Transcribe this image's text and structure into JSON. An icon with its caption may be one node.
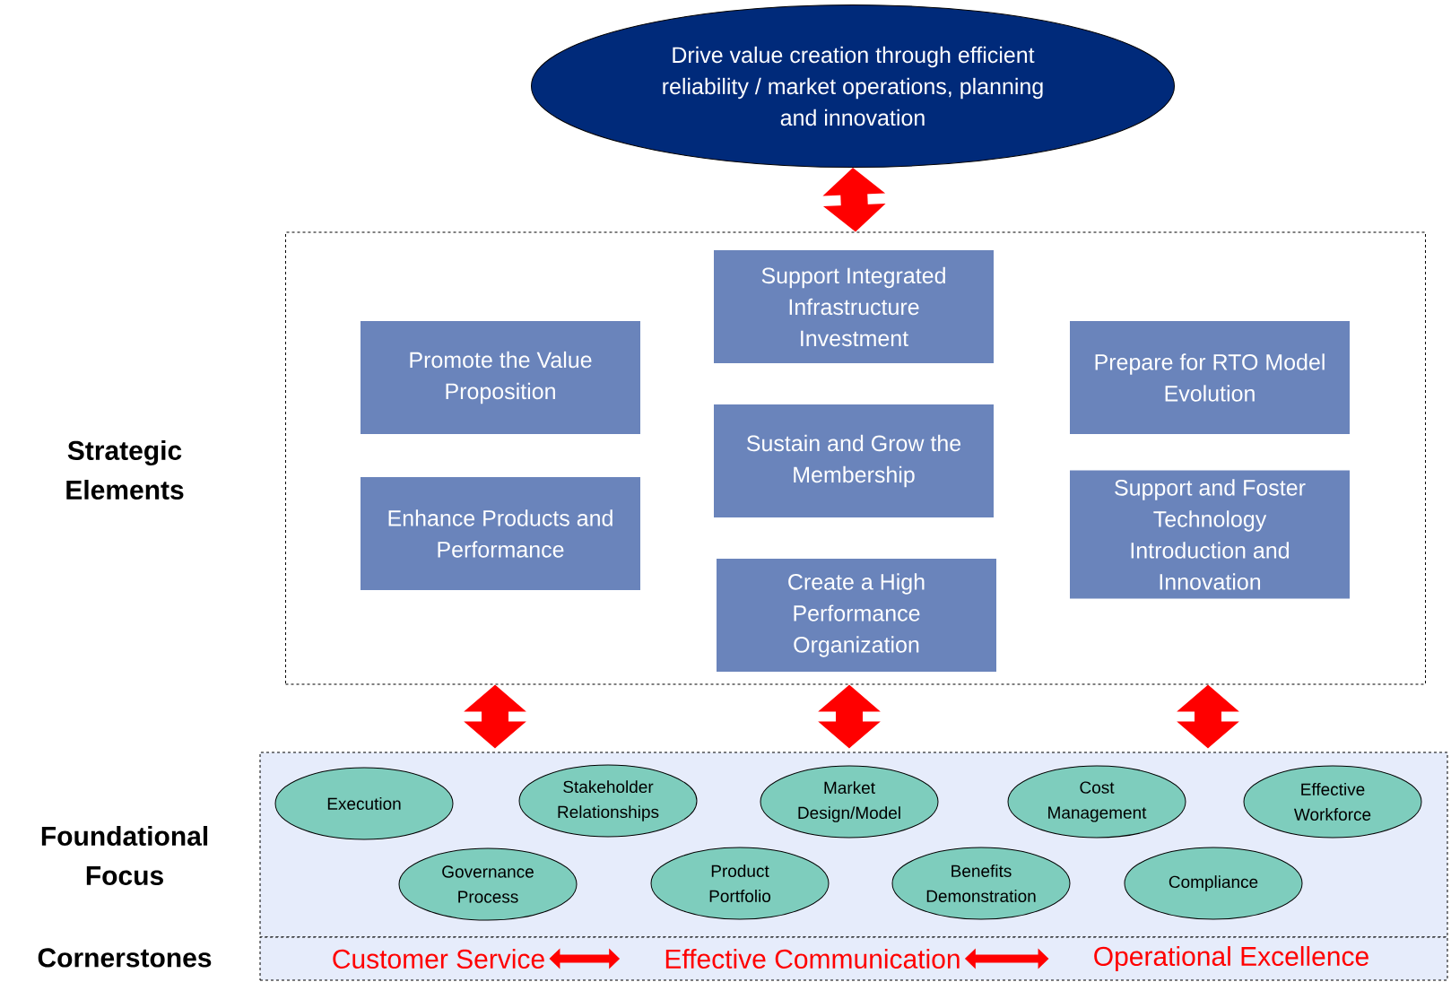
{
  "diagram": {
    "nodes": [
      {
        "text": [
          "Drive value creation through efficient reliability / market operations, planning and innovation"
        ]
      },
      {
        "text": [],
        "shape": "box"
      },
      {
        "text": [
          "Support Integrated Infrastructure Investment"
        ],
        "in": 1
      },
      {
        "text": [
          "Promote the Value Proposition"
        ],
        "in": 1
      },
      {
        "text": [
          "Prepare for RTO Model Evolution"
        ],
        "in": 1
      },
      {
        "text": [
          "Sustain and Grow the Membership"
        ],
        "in": 1
      },
      {
        "text": [
          "Enhance Products and Performance"
        ],
        "in": 1
      },
      {
        "text": [
          "Support and Foster Technology Introduction and Innovation"
        ],
        "in": 1
      },
      {
        "text": [
          "Create a High Performance Organization"
        ],
        "in": 1
      },
      {
        "text": [],
        "shape": "box"
      },
      {
        "text": [
          "Execution"
        ],
        "in": 9
      },
      {
        "text": [
          "Stakeholder Relationships"
        ],
        "in": 9
      },
      {
        "text": [
          "Market Design/Model"
        ],
        "in": 9
      },
      {
        "text": [
          "Cost Management"
        ],
        "in": 9
      },
      {
        "text": [
          "Effective Workforce"
        ],
        "in": 9
      },
      {
        "text": [
          "Governance Process"
        ],
        "in": 9
      },
      {
        "text": [
          "Product Portfolio"
        ],
        "in": 9
      },
      {
        "text": [
          "Benefits Demonstration"
        ],
        "in": 9
      },
      {
        "text": [
          "Compliance"
        ],
        "in": 9
      },
      {
        "text": [],
        "shape": "box"
      },
      {
        "text": [
          "Customer Service"
        ],
        "in": 19
      },
      {
        "text": [
          "Effective Communication"
        ],
        "in": 19
      },
      {
        "text": [
          "Operational Excellence"
        ],
        "in": 19
      }
    ],
    "edges": [
      {
        "from": 0,
        "to": 1,
        "arrow": "both",
        "color": "#ff0000"
      },
      {
        "from": 1,
        "to": 9,
        "arrow": "both",
        "color": "#ff0000"
      },
      {
        "from": 1,
        "to": 9,
        "arrow": "both",
        "color": "#ff0000"
      },
      {
        "from": 1,
        "to": 9,
        "arrow": "both",
        "color": "#ff0000"
      },
      {
        "from": 20,
        "to": 21,
        "arrow": "both",
        "color": "#ff0000"
      },
      {
        "from": 21,
        "to": 22,
        "arrow": "both",
        "color": "#ff0000"
      }
    ],
    "labels": [
      "Strategic Elements",
      "Foundational Focus",
      "Cornerstones"
    ]
  }
}
